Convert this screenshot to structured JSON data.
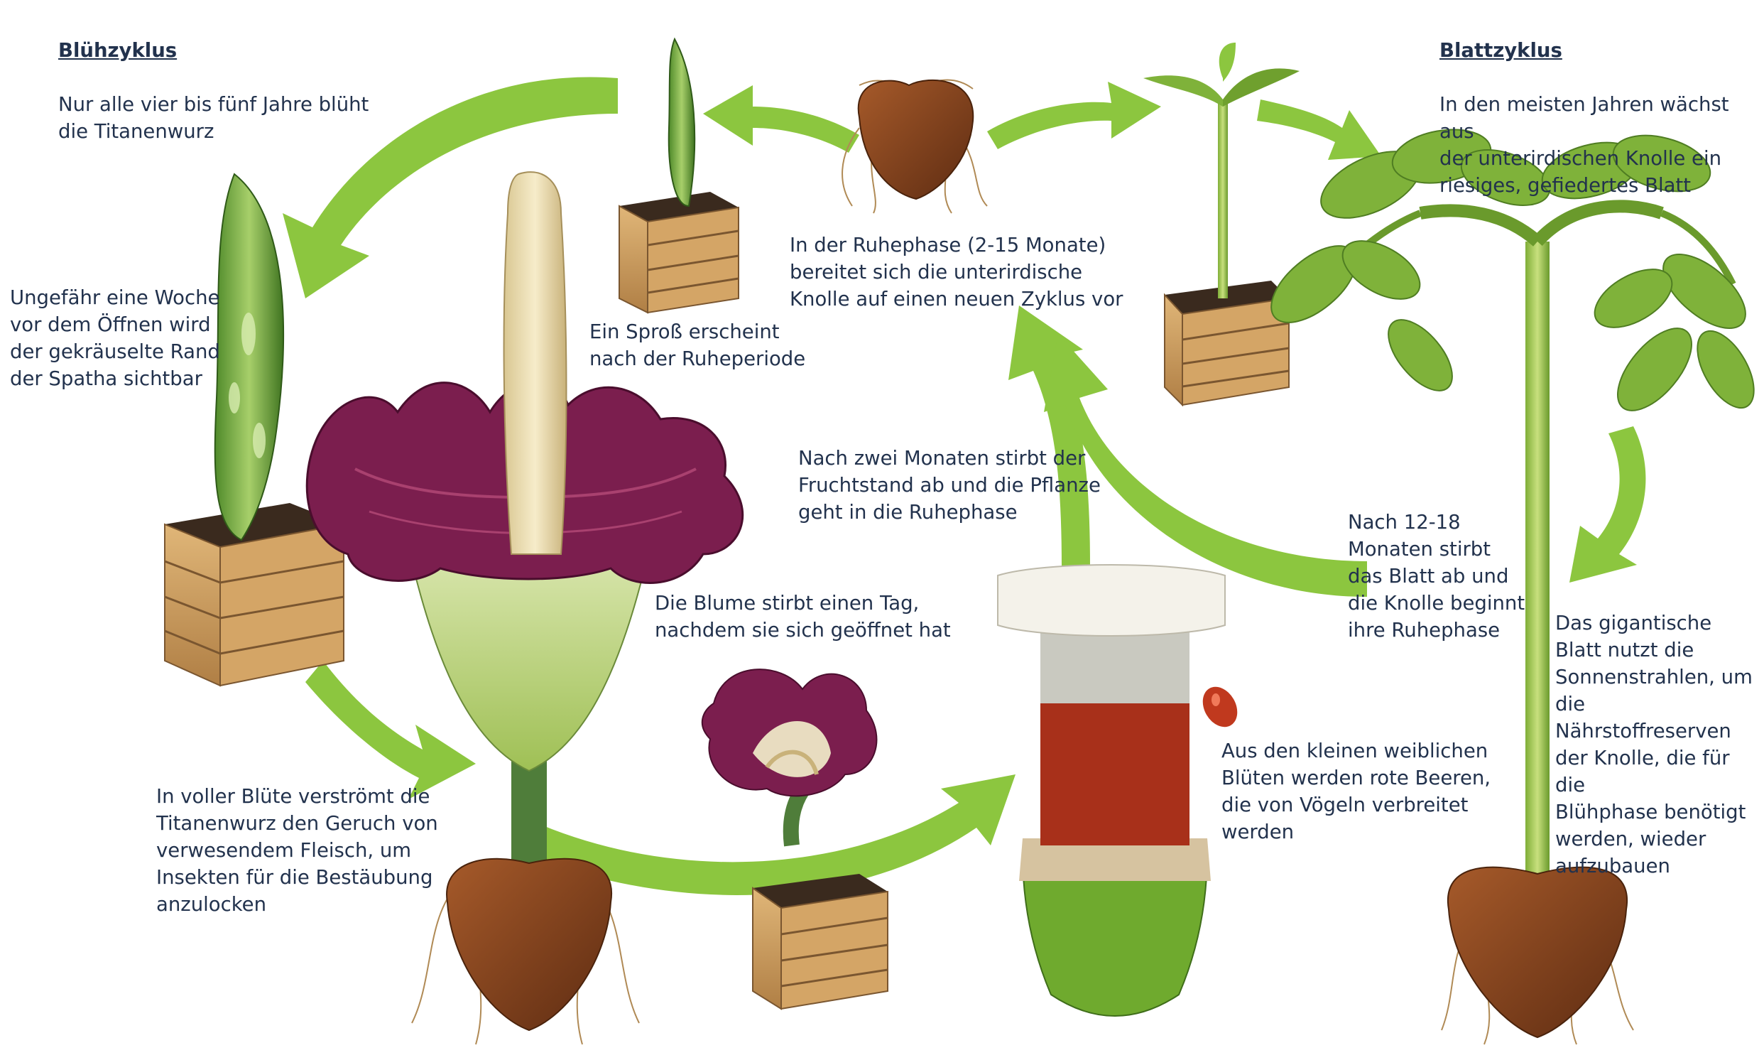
{
  "bloom_cycle": {
    "heading": "Blühzyklus",
    "text": "Nur alle vier bis fünf Jahre blüht\ndie Titanenwurz"
  },
  "leaf_cycle": {
    "heading": "Blattzyklus",
    "text": "In den meisten Jahren wächst aus\nder unterirdischen Knolle ein\nriesiges, gefiedertes Blatt"
  },
  "captions": {
    "spathe_edge": "Ungefähr eine Woche\nvor dem Öffnen wird\nder gekräuselte Rand\nder Spatha sichtbar",
    "shoot": "Ein Sproß erscheint\nnach der Ruheperiode",
    "dormancy": "In der Ruhephase (2-15 Monate)\nbereitet sich die unterirdische\nKnolle auf einen neuen Zyklus vor",
    "fruit_dies": "Nach zwei Monaten stirbt der\nFruchtstand ab und die Pflanze\ngeht in die Ruhephase",
    "flower_dies": "Die Blume stirbt einen Tag,\nnachdem sie sich geöffnet hat",
    "full_bloom": "In voller Blüte verströmt die\nTitanenwurz den Geruch von\nverwesendem Fleisch, um\nInsekten für die Bestäubung\nanzulocken",
    "leaf_dies": "Nach 12-18\nMonaten stirbt\ndas Blatt ab und\ndie Knolle beginnt\nihre Ruhephase",
    "berries": "Aus den kleinen weiblichen\nBlüten werden rote Beeren,\ndie von Vögeln verbreitet\nwerden",
    "giant_leaf": "Das gigantische\nBlatt nutzt die\nSonnenstrahlen, um\ndie Nährstoffreserven\nder Knolle, die für die\nBlühphase benötigt\nwerden, wieder\naufzubauen"
  },
  "colors": {
    "arrow_green": "#8cc63f",
    "text_navy": "#22324d",
    "crate_wood": "#c89a5e",
    "tuber_brown": "#7a3e1c",
    "petal_purple": "#7b1e4e",
    "spadix_cream": "#efe2b8",
    "leaf_green": "#7fb23a",
    "berry_red": "#c0391e"
  }
}
